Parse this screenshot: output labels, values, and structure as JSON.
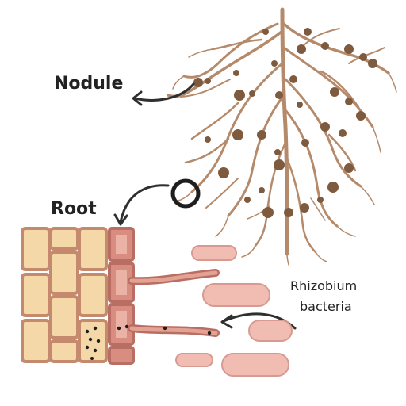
{
  "labels": {
    "nodule": "Nodule",
    "root": "Root",
    "rhizobium_line1": "Rhizobium",
    "rhizobium_line2": "bacteria"
  },
  "colors": {
    "root_strand": "#b58a6a",
    "nodule": "#7e5a3e",
    "cell_wall": "#c58a6e",
    "cell_inner": "#f5d8a8",
    "root_hair_cell": "#d98d80",
    "bacteria_fill": "#f1bdb3",
    "bacteria_stroke": "#d89a90",
    "arrow": "#2f2f2f",
    "text": "#222222"
  }
}
